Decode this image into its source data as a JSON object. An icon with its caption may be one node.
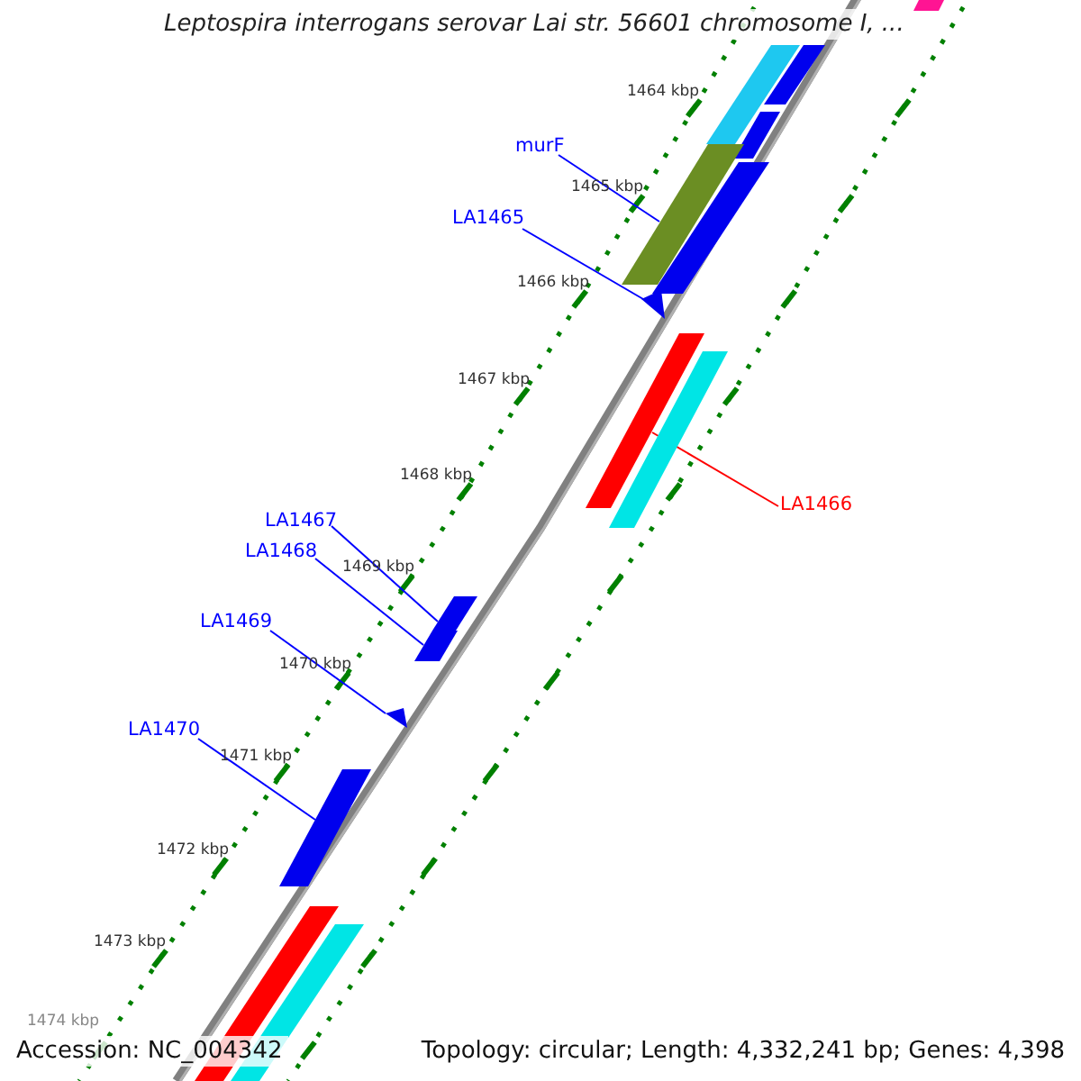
{
  "diagram": {
    "title": "Leptospira interrogans serovar Lai str. 56601 chromosome I, ...",
    "nodes": [
      {
        "text": [],
        "shape": "bar"
      },
      {
        "text": [],
        "shape": "bar"
      },
      {
        "text": [],
        "shape": "bar"
      },
      {
        "text": [],
        "shape": "bar"
      },
      {
        "text": [
          "murF"
        ]
      },
      {
        "text": [],
        "shape": "bar"
      },
      {
        "text": [],
        "shape": "bar"
      },
      {
        "text": [
          "LA1465"
        ]
      },
      {
        "text": [],
        "shape": "triangle"
      },
      {
        "text": [],
        "shape": "bar"
      },
      {
        "text": [],
        "shape": "bar"
      },
      {
        "text": [
          "LA1466"
        ]
      },
      {
        "text": [
          "LA1467"
        ]
      },
      {
        "text": [],
        "shape": "bar"
      },
      {
        "text": [
          "LA1468"
        ]
      },
      {
        "text": [],
        "shape": "bar"
      },
      {
        "text": [
          "LA1469"
        ]
      },
      {
        "text": [],
        "shape": "triangle"
      },
      {
        "text": [
          "LA1470"
        ]
      },
      {
        "text": [],
        "shape": "bar"
      },
      {
        "text": [],
        "shape": "bar"
      },
      {
        "text": [],
        "shape": "bar"
      }
    ],
    "edges": [
      {
        "from": 4,
        "to": 5,
        "arrow": "none"
      },
      {
        "from": 7,
        "to": 8,
        "arrow": "none"
      },
      {
        "from": 11,
        "to": 9,
        "arrow": "none",
        "color": "#ff0000"
      },
      {
        "from": 12,
        "to": 13,
        "arrow": "none"
      },
      {
        "from": 14,
        "to": 15,
        "arrow": "none"
      },
      {
        "from": 16,
        "to": 17,
        "arrow": "none"
      },
      {
        "from": 18,
        "to": 19,
        "arrow": "none"
      }
    ],
    "labels": [
      "1464 kbp",
      "1465 kbp",
      "1466 kbp",
      "1467 kbp",
      "1468 kbp",
      "1469 kbp",
      "1470 kbp",
      "1471 kbp",
      "1472 kbp",
      "1473 kbp",
      "1474 kbp",
      "Accession: NC_004342",
      "Topology: circular; Length: 4,332,241 bp; Genes: 4,398"
    ]
  }
}
